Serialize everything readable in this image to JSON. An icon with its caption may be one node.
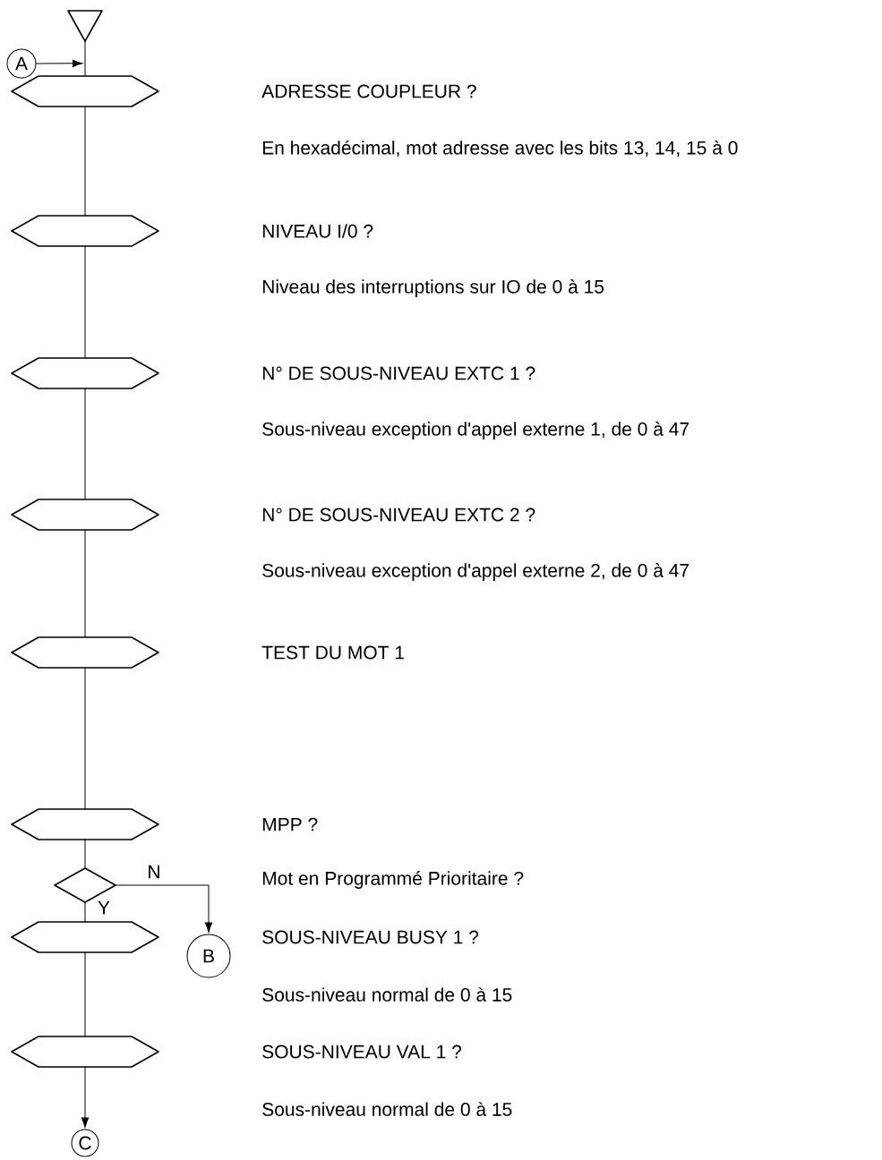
{
  "diagram": {
    "nodes": [
      {
        "text": [],
        "shape": "triangle"
      },
      {
        "text": [
          "A"
        ]
      },
      {
        "text": [],
        "shape": "hexagon",
        "beside": [
          "ADRESSE COUPLEUR ?",
          "En hexadécimal, mot adresse avec les bits 13, 14, 15 à 0"
        ]
      },
      {
        "text": [],
        "shape": "hexagon",
        "beside": [
          "NIVEAU I/0 ?",
          "Niveau des interruptions sur IO  de 0 à 15"
        ]
      },
      {
        "text": [],
        "shape": "hexagon",
        "beside": [
          "N°  DE SOUS-NIVEAU EXTC 1 ?",
          "Sous-niveau exception d'appel externe 1, de 0 à 47"
        ]
      },
      {
        "text": [],
        "shape": "hexagon",
        "beside": [
          "N°  DE SOUS-NIVEAU EXTC 2 ?",
          "Sous-niveau exception d'appel externe 2, de 0 à 47"
        ]
      },
      {
        "text": [],
        "shape": "hexagon"
      },
      {
        "text": [],
        "shape": "hexagon"
      },
      {
        "text": [],
        "shape": "diamond"
      },
      {
        "text": [],
        "shape": "hexagon",
        "beside": [
          "SOUS-NIVEAU BUSY 1 ?",
          "Sous-niveau normal de 0 à 15"
        ]
      },
      {
        "text": [
          "B"
        ]
      },
      {
        "text": [],
        "shape": "hexagon",
        "beside": [
          "SOUS-NIVEAU VAL 1 ?",
          "Sous-niveau normal de 0 à 15"
        ]
      },
      {
        "text": [
          "C"
        ]
      }
    ],
    "edges": [
      {
        "from": 0,
        "to": 2,
        "arrow": "none"
      },
      {
        "from": 1,
        "to": 2,
        "arrow": "to"
      },
      {
        "from": 2,
        "to": 3,
        "arrow": "none"
      },
      {
        "from": 3,
        "to": 4,
        "arrow": "none"
      },
      {
        "from": 4,
        "to": 5,
        "arrow": "none"
      },
      {
        "from": 5,
        "to": 6,
        "arrow": "none"
      },
      {
        "from": 6,
        "to": 7,
        "arrow": "none"
      },
      {
        "from": 7,
        "to": 8,
        "arrow": "none"
      },
      {
        "from": 8,
        "to": 9,
        "arrow": "none",
        "label": "Y"
      },
      {
        "from": 8,
        "to": 10,
        "arrow": "to",
        "label": "N"
      },
      {
        "from": 9,
        "to": 11,
        "arrow": "none"
      },
      {
        "from": 11,
        "to": 12,
        "arrow": "to"
      }
    ],
    "labels": [
      "TEST DU MOT 1",
      "MPP ?",
      "Mot en Programmé Prioritaire ?"
    ]
  }
}
